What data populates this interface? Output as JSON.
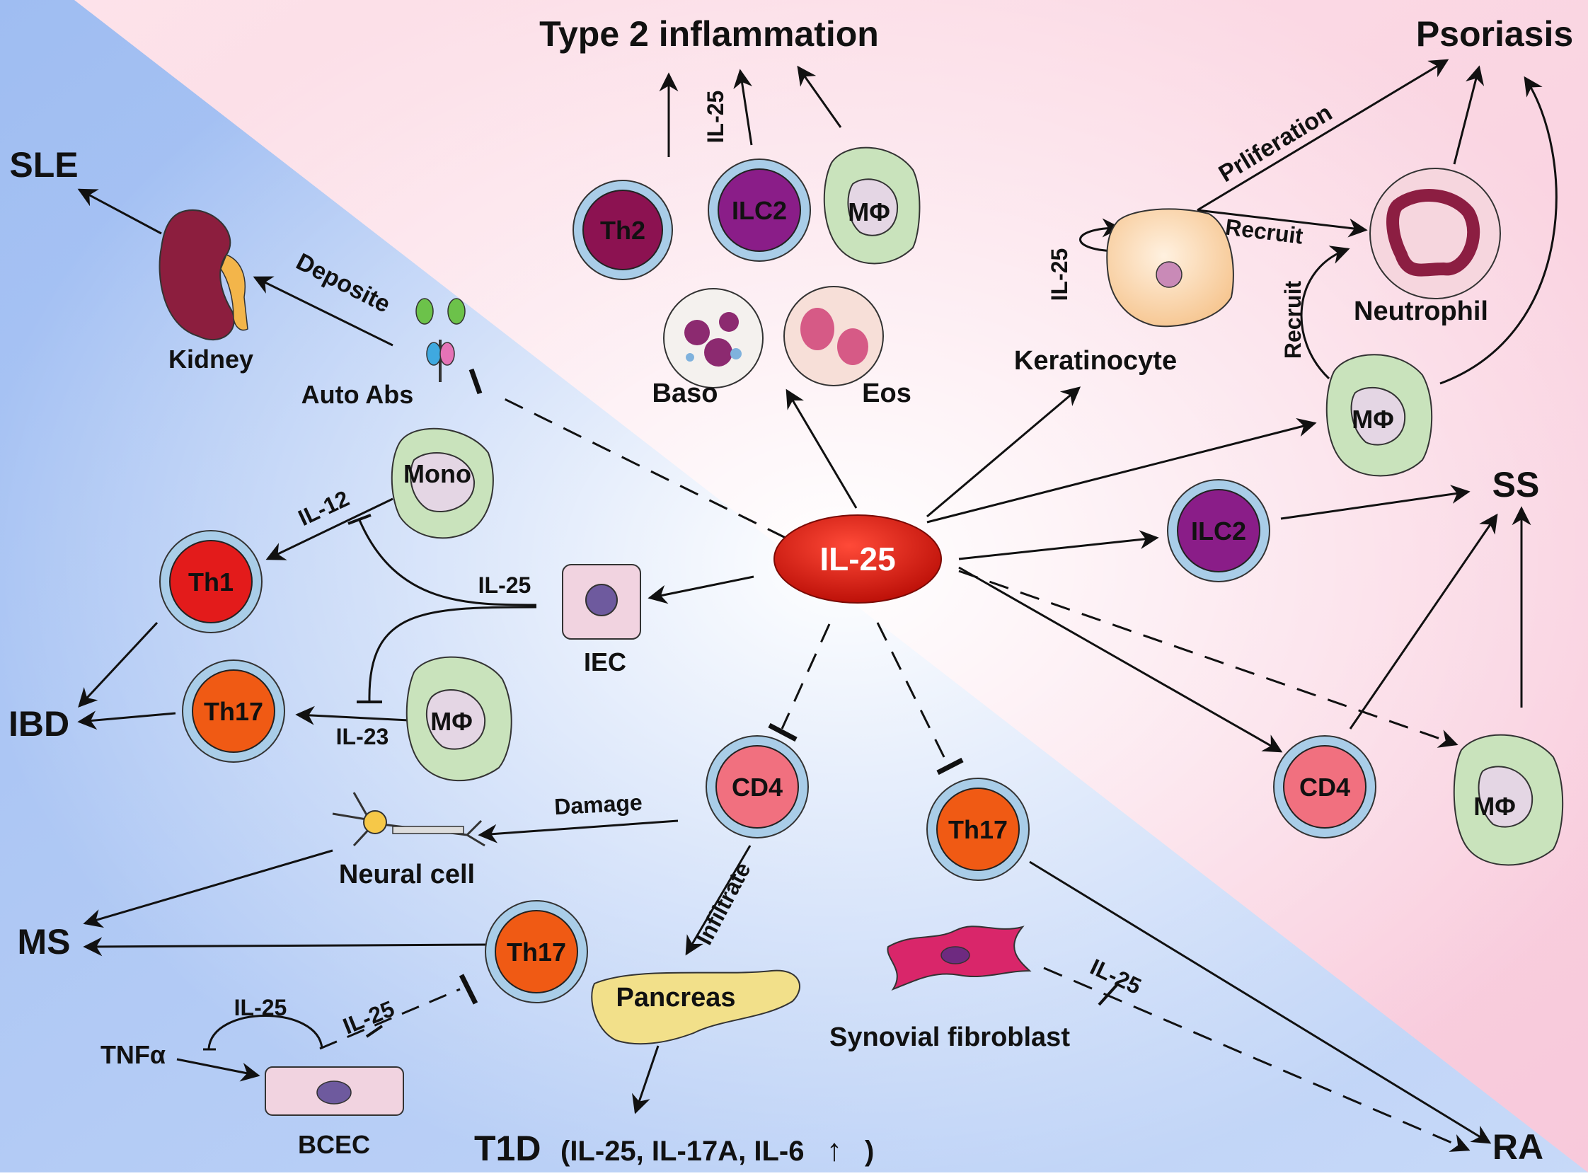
{
  "center": {
    "label": "IL-25",
    "color": "#d8160c"
  },
  "diseases": {
    "type2": "Type 2 inflammation",
    "psoriasis": "Psoriasis",
    "sle": "SLE",
    "ibd": "IBD",
    "ms": "MS",
    "t1d": "T1D",
    "t1d_note": "(IL-25, IL-17A, IL-6",
    "t1d_arrow": "↑",
    "t1d_close": ")",
    "ss": "SS",
    "ra": "RA"
  },
  "cells": {
    "th2": "Th2",
    "ilc2_top": "ILC2",
    "mphi_top": "MΦ",
    "baso": "Baso",
    "eos": "Eos",
    "keratinocyte": "Keratinocyte",
    "neutrophil": "Neutrophil",
    "mphi_right": "MΦ",
    "ilc2_right": "ILC2",
    "cd4_right": "CD4",
    "mphi_bottom_right": "MΦ",
    "kidney": "Kidney",
    "auto_abs": "Auto Abs",
    "mono": "Mono",
    "th1": "Th1",
    "iec": "IEC",
    "th17_left": "Th17",
    "mphi_left": "MΦ",
    "cd4_bottom": "CD4",
    "th17_bottom": "Th17",
    "neural_cell": "Neural cell",
    "th17_ms": "Th17",
    "pancreas": "Pancreas",
    "synovial_fibroblast": "Synovial fibroblast",
    "bcec": "BCEC",
    "tnfa": "TNFα"
  },
  "edge_labels": {
    "il25_ilc2": "IL-25",
    "proliferation": "Prliferation",
    "recruit_top": "Recruit",
    "recruit_side": "Recruit",
    "il25_kera": "IL-25",
    "deposite": "Deposite",
    "il12": "IL-12",
    "il25_iec": "IL-25",
    "il23": "IL-23",
    "damage": "Damage",
    "infiltrate": "Infiltrate",
    "il25_bcec_loop": "IL-25",
    "il25_bcec": "IL-25",
    "il25_ra": "IL-25"
  },
  "colors": {
    "background_left": "#b3cdf6",
    "background_right": "#fbd9e4",
    "th1": "#e31b1b",
    "th17": "#f05a14",
    "th2": "#8c1251",
    "ilc2": "#8a1d88",
    "cd4": "#f1707f",
    "macrophage": "#c9e3bc",
    "cell_ring": "#a9cde8"
  }
}
